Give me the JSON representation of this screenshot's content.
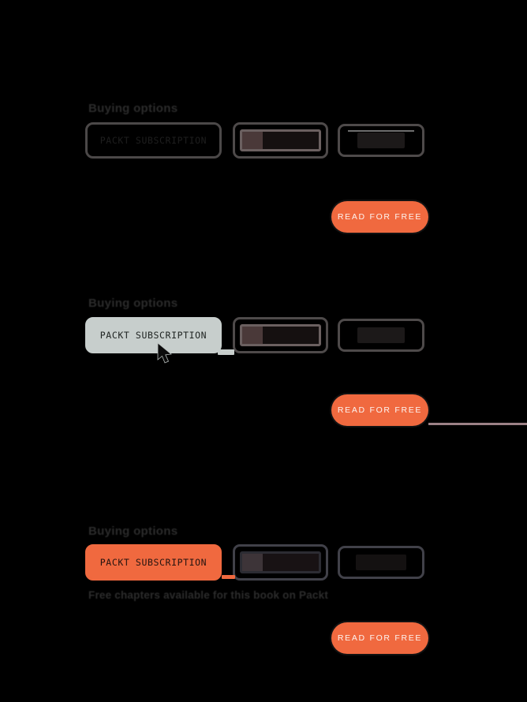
{
  "page": {
    "background": "#000000",
    "accent_orange": "#f0693f",
    "hover_tab_color": "#c7cecc",
    "tab_border_color": "#4e4a4a",
    "divider_color": "#9c8186",
    "muted_text_color": "#2b2b2b"
  },
  "sections": [
    {
      "id": "default-state",
      "heading": "Buying options",
      "tabs": [
        {
          "label": "PACKT SUBSCRIPTION",
          "state": "default"
        }
      ],
      "cta_label": "READ FOR FREE"
    },
    {
      "id": "hover-state",
      "heading": "Buying options",
      "tabs": [
        {
          "label": "PACKT SUBSCRIPTION",
          "state": "hover"
        }
      ],
      "cta_label": "READ FOR FREE"
    },
    {
      "id": "selected-state",
      "heading": "Buying options",
      "tabs": [
        {
          "label": "PACKT SUBSCRIPTION",
          "state": "selected"
        }
      ],
      "note": "Free chapters available for this book on Packt",
      "cta_label": "READ FOR FREE"
    }
  ],
  "icons": {
    "cursor": "pointer-arrow-icon"
  }
}
